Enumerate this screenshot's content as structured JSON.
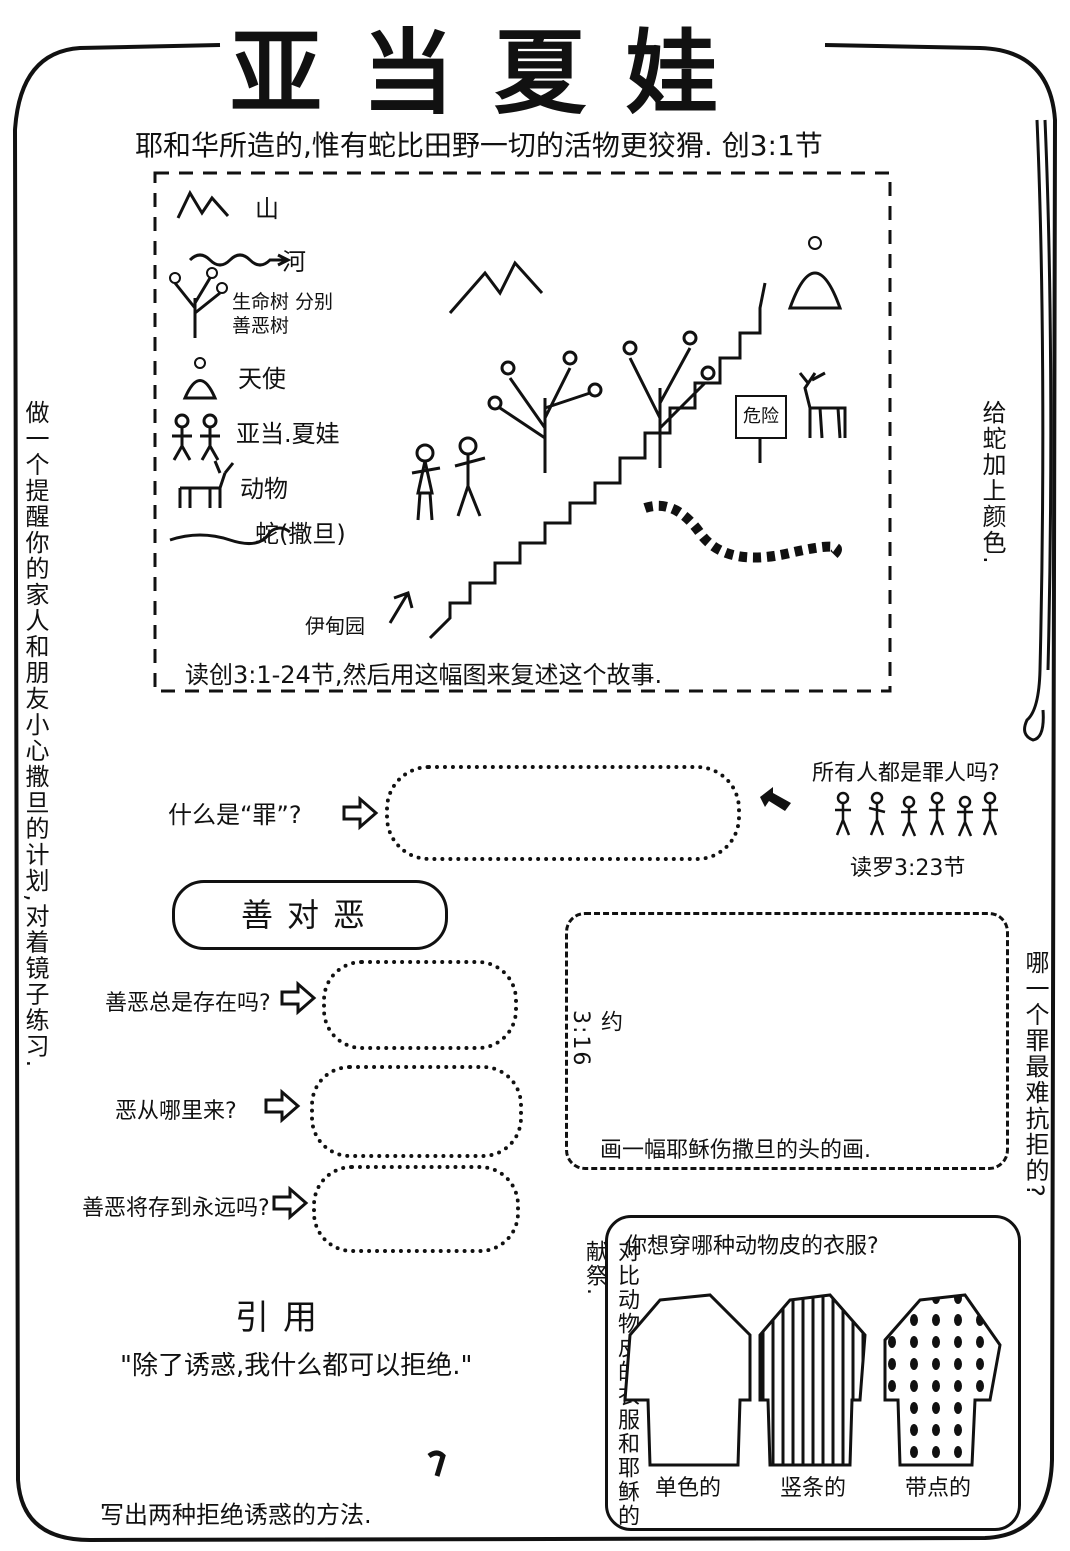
{
  "title": "亚当夏娃",
  "verse": "耶和华所造的,惟有蛇比田野一切的活物更狡猾. 创3:1节",
  "legend": {
    "mountain": "山",
    "river": "河",
    "trees": "生命树 分别善恶树",
    "angel": "天使",
    "adam_eve": "亚当.夏娃",
    "animals": "动物",
    "snake": "蛇(撒旦)"
  },
  "scene": {
    "danger_sign": "危险",
    "eden": "伊甸园",
    "instruction": "读创3:1-24节,然后用这幅图来复述这个故事."
  },
  "side_notes": {
    "left": "做一个提醒你的家人和朋友小心撒旦的计划,对着镜子练习.",
    "right_top": "给蛇加上颜色.",
    "right_bottom": "哪一个罪最难抗拒的?"
  },
  "sin": {
    "question": "什么是“罪”?",
    "all_sinners": "所有人都是罪人吗?",
    "romans": "读罗3:23节"
  },
  "good_evil": {
    "heading": "善对恶",
    "questions": [
      "善恶总是存在吗?",
      "恶从哪里来?",
      "善恶将存到永远吗?"
    ]
  },
  "draw_box": {
    "ref": "约3:16",
    "caption": "画一幅耶稣伤撒旦的头的画."
  },
  "quote": {
    "title": "引用",
    "text": "\"除了诱惑,我什么都可以拒绝.\""
  },
  "clothes": {
    "question": "你想穿哪种动物皮的衣服?",
    "labels": [
      "单色的",
      "竖条的",
      "带点的"
    ],
    "side": "对比动物皮的衣服和耶稣的献祭."
  },
  "bottom": "写出两种拒绝诱惑的方法."
}
